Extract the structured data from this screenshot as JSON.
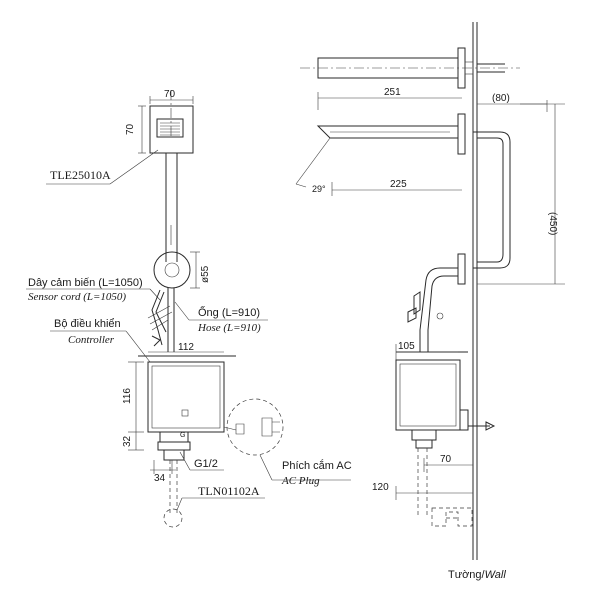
{
  "models": {
    "faucet": "TLE25010A",
    "valve": "TLN01102A"
  },
  "labels": {
    "sensor_cord_vi": "Dây cảm biến (L=1050)",
    "sensor_cord_en": "Sensor cord (L=1050)",
    "hose_vi": "Ống (L=910)",
    "hose_en": "Hose (L=910)",
    "controller_vi": "Bộ điều khiển",
    "controller_en": "Controller",
    "ac_plug_vi": "Phích cắm AC",
    "ac_plug_en": "AC Plug",
    "thread": "G1/2",
    "wall_vi": "Tường/",
    "wall_en": "Wall"
  },
  "front_dims": {
    "spout_width": "70",
    "spout_height": "70",
    "escutcheon_dia": "ø55",
    "controller_width": "112",
    "controller_height": "116",
    "bottom_height": "32",
    "valve_offset": "34"
  },
  "side_dims": {
    "spout_length": "251",
    "wall_clearance": "(80)",
    "spout_projection": "225",
    "spout_angle": "29°",
    "pipe_drop": "(450)",
    "controller_depth": "105",
    "valve_distance": "70",
    "bottom_distance": "120"
  }
}
